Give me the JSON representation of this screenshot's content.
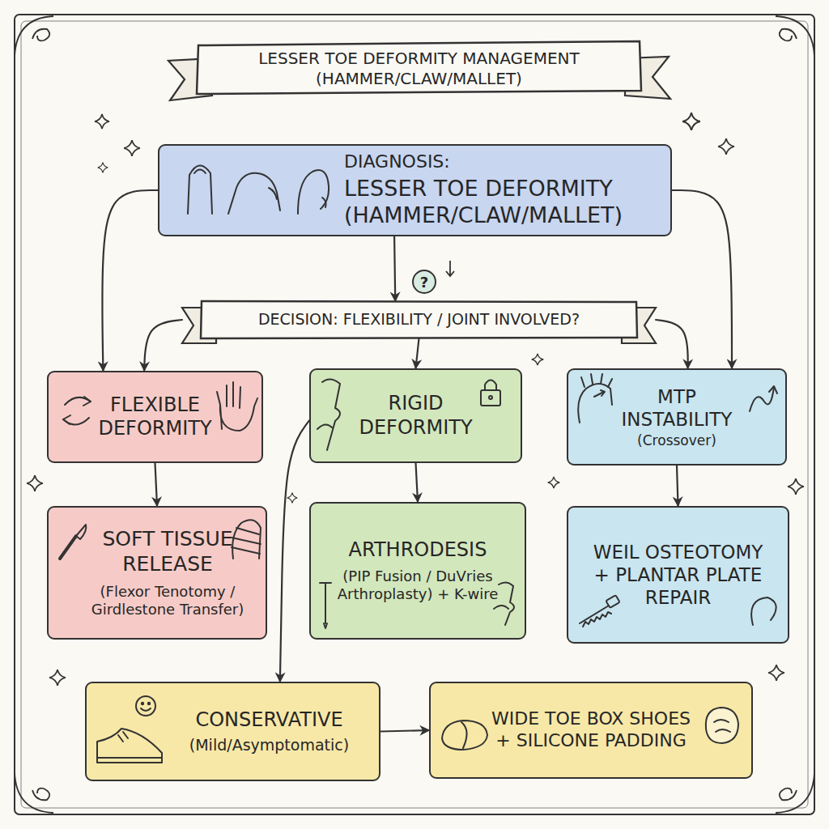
{
  "diagram": {
    "title": "LESSER TOE DEFORMITY MANAGEMENT (HAMMER/CLAW/MALLET)",
    "nodes": [
      {
        "text": [
          "DIAGNOSIS:",
          "LESSER TOE DEFORMITY (HAMMER/CLAW/MALLET)"
        ]
      },
      {
        "text": [
          "DECISION: FLEXIBILITY / JOINT INVOLVED?"
        ]
      },
      {
        "text": [
          "FLEXIBLE DEFORMITY"
        ]
      },
      {
        "text": [
          "RIGID DEFORMITY"
        ]
      },
      {
        "text": [
          "MTP INSTABILITY",
          "(Crossover)"
        ]
      },
      {
        "text": [
          "SOFT TISSUE RELEASE",
          "(Flexor Tenotomy / Girdlestone Transfer)"
        ]
      },
      {
        "text": [
          "ARTHRODESIS",
          "(PIP Fusion / DuVries Arthroplasty) + K-wire"
        ]
      },
      {
        "text": [
          "WEIL OSTEOTOMY + PLANTAR PLATE REPAIR"
        ]
      },
      {
        "text": [
          "CONSERVATIVE",
          "(Mild/Asymptomatic)"
        ]
      },
      {
        "text": [
          "WIDE TOE BOX SHOES + SILICONE PADDING"
        ]
      }
    ],
    "edges": [
      {
        "from": 0,
        "to": 2,
        "arrow": "to"
      },
      {
        "from": 0,
        "to": 4,
        "arrow": "to"
      },
      {
        "from": 0,
        "to": 1,
        "arrow": "to"
      },
      {
        "from": 1,
        "to": 2,
        "arrow": "to"
      },
      {
        "from": 1,
        "to": 3,
        "arrow": "to"
      },
      {
        "from": 1,
        "to": 4,
        "arrow": "to"
      },
      {
        "from": 2,
        "to": 5,
        "arrow": "to"
      },
      {
        "from": 3,
        "to": 6,
        "arrow": "to"
      },
      {
        "from": 4,
        "to": 7,
        "arrow": "to"
      },
      {
        "from": 3,
        "to": 8,
        "arrow": "to"
      },
      {
        "from": 8,
        "to": 9,
        "arrow": "to"
      }
    ],
    "labels": [
      "?"
    ]
  }
}
